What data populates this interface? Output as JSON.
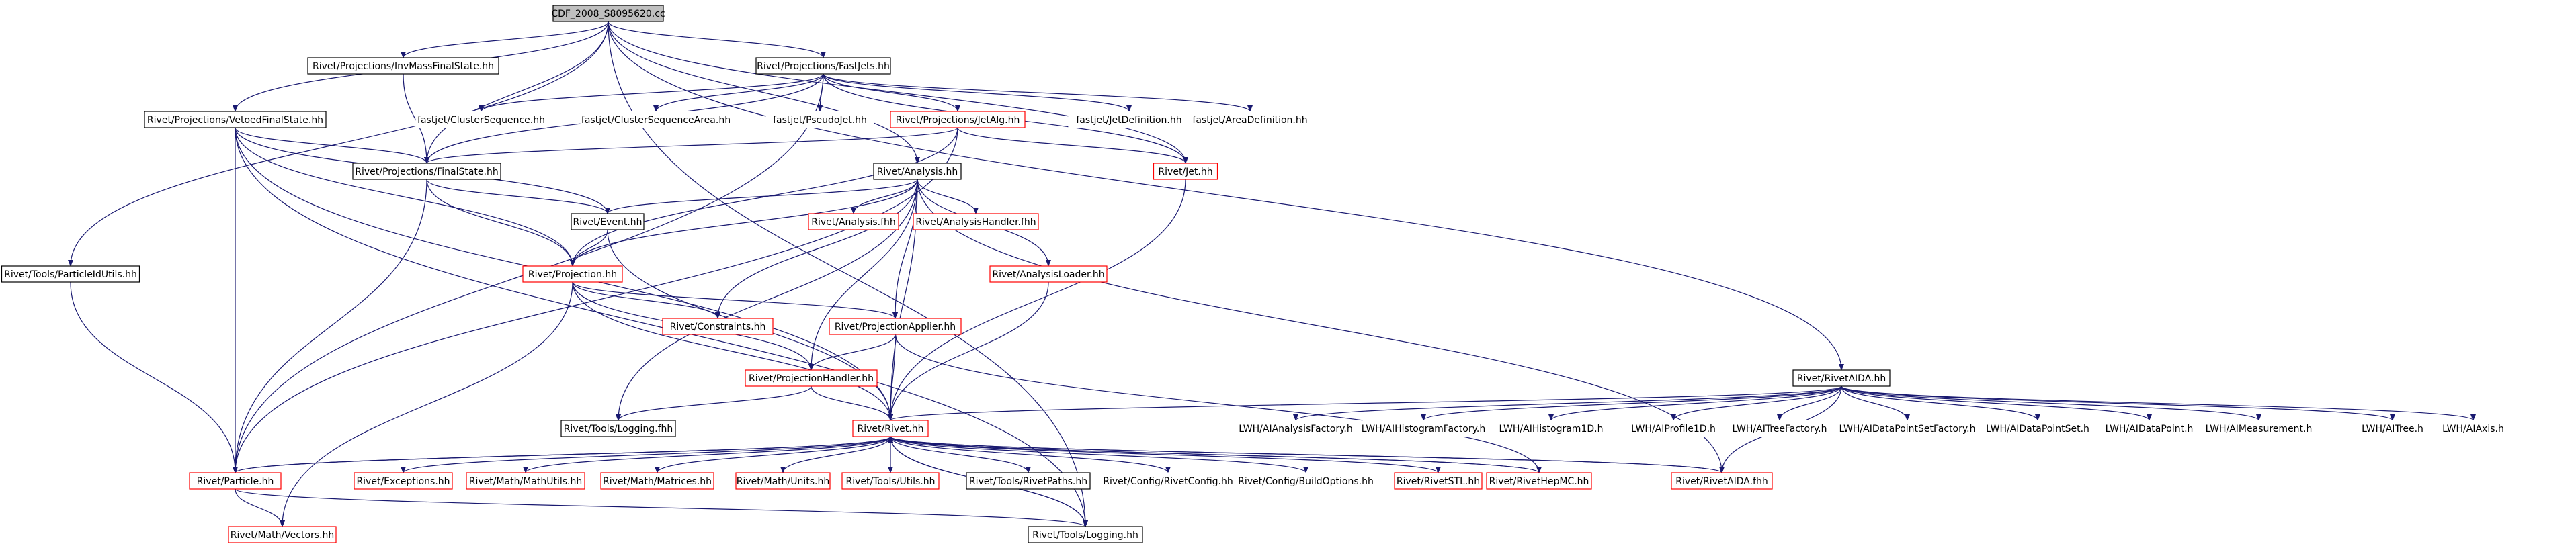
{
  "colors": {
    "edge": "#191970",
    "node_border_normal": "#000000",
    "node_border_red": "#ff0000",
    "node_border_grey": "#bfbfbf",
    "root_fill": "#bfbfbf",
    "node_fill": "#ffffff",
    "text": "#000000"
  },
  "graph": {
    "nodes": [
      {
        "id": "root",
        "label": "CDF_2008_S8095620.cc",
        "style": "root"
      },
      {
        "id": "invmass",
        "label": "Rivet/Projections/InvMassFinalState.hh",
        "style": "normal"
      },
      {
        "id": "fastjets",
        "label": "Rivet/Projections/FastJets.hh",
        "style": "normal"
      },
      {
        "id": "vetoed",
        "label": "Rivet/Projections/VetoedFinalState.hh",
        "style": "normal"
      },
      {
        "id": "clseq",
        "label": "fastjet/ClusterSequence.hh",
        "style": "grey"
      },
      {
        "id": "clseqarea",
        "label": "fastjet/ClusterSequenceArea.hh",
        "style": "grey"
      },
      {
        "id": "pseudojet",
        "label": "fastjet/PseudoJet.hh",
        "style": "grey"
      },
      {
        "id": "jetalg",
        "label": "Rivet/Projections/JetAlg.hh",
        "style": "red"
      },
      {
        "id": "jetdef",
        "label": "fastjet/JetDefinition.hh",
        "style": "grey"
      },
      {
        "id": "areadef",
        "label": "fastjet/AreaDefinition.hh",
        "style": "grey"
      },
      {
        "id": "finalstate",
        "label": "Rivet/Projections/FinalState.hh",
        "style": "normal"
      },
      {
        "id": "jet",
        "label": "Rivet/Jet.hh",
        "style": "red"
      },
      {
        "id": "analysis",
        "label": "Rivet/Analysis.hh",
        "style": "normal"
      },
      {
        "id": "event",
        "label": "Rivet/Event.hh",
        "style": "normal"
      },
      {
        "id": "analysisfhh",
        "label": "Rivet/Analysis.fhh",
        "style": "red"
      },
      {
        "id": "analysishandler",
        "label": "Rivet/AnalysisHandler.fhh",
        "style": "red"
      },
      {
        "id": "particleutils",
        "label": "Rivet/Tools/ParticleIdUtils.hh",
        "style": "normal"
      },
      {
        "id": "projection",
        "label": "Rivet/Projection.hh",
        "style": "red"
      },
      {
        "id": "analysisloader",
        "label": "Rivet/AnalysisLoader.hh",
        "style": "red"
      },
      {
        "id": "constraints",
        "label": "Rivet/Constraints.hh",
        "style": "red"
      },
      {
        "id": "projapplier",
        "label": "Rivet/ProjectionApplier.hh",
        "style": "red"
      },
      {
        "id": "rivetaida",
        "label": "Rivet/RivetAIDA.hh",
        "style": "normal"
      },
      {
        "id": "projhandler",
        "label": "Rivet/ProjectionHandler.hh",
        "style": "red"
      },
      {
        "id": "logging_fhh",
        "label": "Rivet/Tools/Logging.fhh",
        "style": "normal"
      },
      {
        "id": "rivet",
        "label": "Rivet/Rivet.hh",
        "style": "red"
      },
      {
        "id": "lwh1",
        "label": "LWH/AIAnalysisFactory.h",
        "style": "grey"
      },
      {
        "id": "lwh2",
        "label": "LWH/AIHistogramFactory.h",
        "style": "grey"
      },
      {
        "id": "lwh3",
        "label": "LWH/AIHistogram1D.h",
        "style": "grey"
      },
      {
        "id": "lwh4",
        "label": "LWH/AIProfile1D.h",
        "style": "grey"
      },
      {
        "id": "lwh5",
        "label": "LWH/AITreeFactory.h",
        "style": "grey"
      },
      {
        "id": "lwh6",
        "label": "LWH/AIDataPointSetFactory.h",
        "style": "grey"
      },
      {
        "id": "lwh7",
        "label": "LWH/AIDataPointSet.h",
        "style": "grey"
      },
      {
        "id": "lwh8",
        "label": "LWH/AIDataPoint.h",
        "style": "grey"
      },
      {
        "id": "lwh9",
        "label": "LWH/AIMeasurement.h",
        "style": "grey"
      },
      {
        "id": "lwh10",
        "label": "LWH/AITree.h",
        "style": "grey"
      },
      {
        "id": "lwh11",
        "label": "LWH/AIAxis.h",
        "style": "grey"
      },
      {
        "id": "particle",
        "label": "Rivet/Particle.hh",
        "style": "red"
      },
      {
        "id": "exceptions",
        "label": "Rivet/Exceptions.hh",
        "style": "red"
      },
      {
        "id": "mathutils",
        "label": "Rivet/Math/MathUtils.hh",
        "style": "red"
      },
      {
        "id": "matrices",
        "label": "Rivet/Math/Matrices.hh",
        "style": "red"
      },
      {
        "id": "units",
        "label": "Rivet/Math/Units.hh",
        "style": "red"
      },
      {
        "id": "utils",
        "label": "Rivet/Tools/Utils.hh",
        "style": "red"
      },
      {
        "id": "rivetpaths",
        "label": "Rivet/Tools/RivetPaths.hh",
        "style": "normal"
      },
      {
        "id": "rivetconfig",
        "label": "Rivet/Config/RivetConfig.hh",
        "style": "grey"
      },
      {
        "id": "buildoptions",
        "label": "Rivet/Config/BuildOptions.hh",
        "style": "grey"
      },
      {
        "id": "rivetstl",
        "label": "Rivet/RivetSTL.hh",
        "style": "red"
      },
      {
        "id": "rivethepmc",
        "label": "Rivet/RivetHepMC.hh",
        "style": "red"
      },
      {
        "id": "rivetaidafhh",
        "label": "Rivet/RivetAIDA.fhh",
        "style": "red"
      },
      {
        "id": "vectors",
        "label": "Rivet/Math/Vectors.hh",
        "style": "red"
      },
      {
        "id": "logging_hh",
        "label": "Rivet/Tools/Logging.hh",
        "style": "normal"
      }
    ],
    "edges": [
      [
        "root",
        "invmass"
      ],
      [
        "root",
        "fastjets"
      ],
      [
        "root",
        "vetoed"
      ],
      [
        "root",
        "finalstate"
      ],
      [
        "root",
        "jet"
      ],
      [
        "root",
        "analysis"
      ],
      [
        "root",
        "particleutils"
      ],
      [
        "root",
        "rivetaida"
      ],
      [
        "root",
        "logging_hh"
      ],
      [
        "invmass",
        "finalstate"
      ],
      [
        "fastjets",
        "clseq"
      ],
      [
        "fastjets",
        "clseqarea"
      ],
      [
        "fastjets",
        "pseudojet"
      ],
      [
        "fastjets",
        "jetalg"
      ],
      [
        "fastjets",
        "jetdef"
      ],
      [
        "fastjets",
        "areadef"
      ],
      [
        "fastjets",
        "finalstate"
      ],
      [
        "fastjets",
        "jet"
      ],
      [
        "fastjets",
        "particle"
      ],
      [
        "vetoed",
        "finalstate"
      ],
      [
        "vetoed",
        "projection"
      ],
      [
        "vetoed",
        "event"
      ],
      [
        "vetoed",
        "particle"
      ],
      [
        "vetoed",
        "rivet"
      ],
      [
        "vetoed",
        "logging_hh"
      ],
      [
        "jetalg",
        "finalstate"
      ],
      [
        "jetalg",
        "jet"
      ],
      [
        "jetalg",
        "projection"
      ],
      [
        "jetalg",
        "particle"
      ],
      [
        "finalstate",
        "projection"
      ],
      [
        "finalstate",
        "event"
      ],
      [
        "finalstate",
        "particle"
      ],
      [
        "jet",
        "rivet"
      ],
      [
        "analysis",
        "event"
      ],
      [
        "analysis",
        "analysisfhh"
      ],
      [
        "analysis",
        "analysishandler"
      ],
      [
        "analysis",
        "projection"
      ],
      [
        "analysis",
        "constraints"
      ],
      [
        "analysis",
        "analysisloader"
      ],
      [
        "analysis",
        "projapplier"
      ],
      [
        "analysis",
        "projhandler"
      ],
      [
        "analysis",
        "rivet"
      ],
      [
        "analysis",
        "logging_fhh"
      ],
      [
        "analysis",
        "rivetaidafhh"
      ],
      [
        "event",
        "projection"
      ],
      [
        "event",
        "rivet"
      ],
      [
        "particleutils",
        "particle"
      ],
      [
        "projection",
        "constraints"
      ],
      [
        "projection",
        "projapplier"
      ],
      [
        "projection",
        "projhandler"
      ],
      [
        "projection",
        "rivet"
      ],
      [
        "projection",
        "vectors"
      ],
      [
        "analysisloader",
        "rivet"
      ],
      [
        "projapplier",
        "projhandler"
      ],
      [
        "projapplier",
        "rivet"
      ],
      [
        "projapplier",
        "rivethepmc"
      ],
      [
        "projhandler",
        "rivet"
      ],
      [
        "projhandler",
        "logging_fhh"
      ],
      [
        "rivetaida",
        "rivet"
      ],
      [
        "rivetaida",
        "lwh1"
      ],
      [
        "rivetaida",
        "lwh2"
      ],
      [
        "rivetaida",
        "lwh3"
      ],
      [
        "rivetaida",
        "lwh4"
      ],
      [
        "rivetaida",
        "lwh5"
      ],
      [
        "rivetaida",
        "lwh6"
      ],
      [
        "rivetaida",
        "lwh7"
      ],
      [
        "rivetaida",
        "lwh8"
      ],
      [
        "rivetaida",
        "lwh9"
      ],
      [
        "rivetaida",
        "lwh10"
      ],
      [
        "rivetaida",
        "lwh11"
      ],
      [
        "rivetaida",
        "rivetaidafhh"
      ],
      [
        "rivet",
        "particle"
      ],
      [
        "rivet",
        "exceptions"
      ],
      [
        "rivet",
        "mathutils"
      ],
      [
        "rivet",
        "matrices"
      ],
      [
        "rivet",
        "units"
      ],
      [
        "rivet",
        "utils"
      ],
      [
        "rivet",
        "rivetpaths"
      ],
      [
        "rivet",
        "rivetconfig"
      ],
      [
        "rivet",
        "buildoptions"
      ],
      [
        "rivet",
        "rivetstl"
      ],
      [
        "rivet",
        "rivethepmc"
      ],
      [
        "rivet",
        "rivetaidafhh"
      ],
      [
        "rivet",
        "logging_hh"
      ],
      [
        "particle",
        "rivet"
      ],
      [
        "particle",
        "vectors"
      ],
      [
        "particle",
        "logging_hh"
      ],
      [
        "rivethepmc",
        "rivet"
      ],
      [
        "rivetaidafhh",
        "rivet"
      ],
      [
        "logging_hh",
        "rivet"
      ]
    ]
  }
}
